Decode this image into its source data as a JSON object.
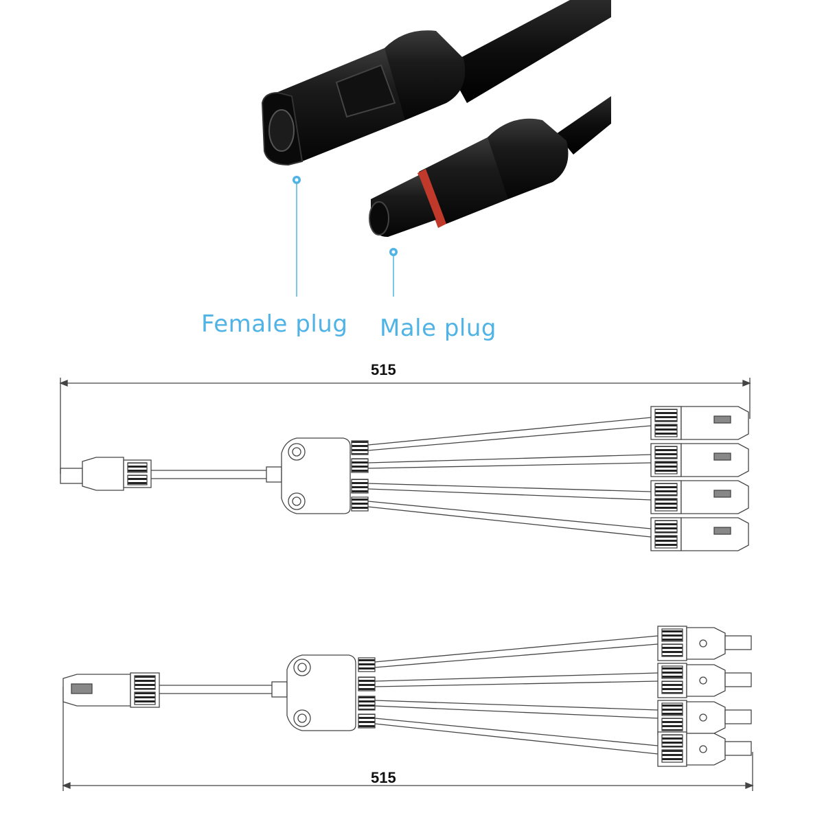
{
  "photo": {
    "labels": {
      "female": "Female plug",
      "male": "Male plug"
    },
    "callout_color": "#4fb3e6"
  },
  "drawings": {
    "top": {
      "dimension": "515"
    },
    "bottom": {
      "dimension": "515"
    }
  }
}
